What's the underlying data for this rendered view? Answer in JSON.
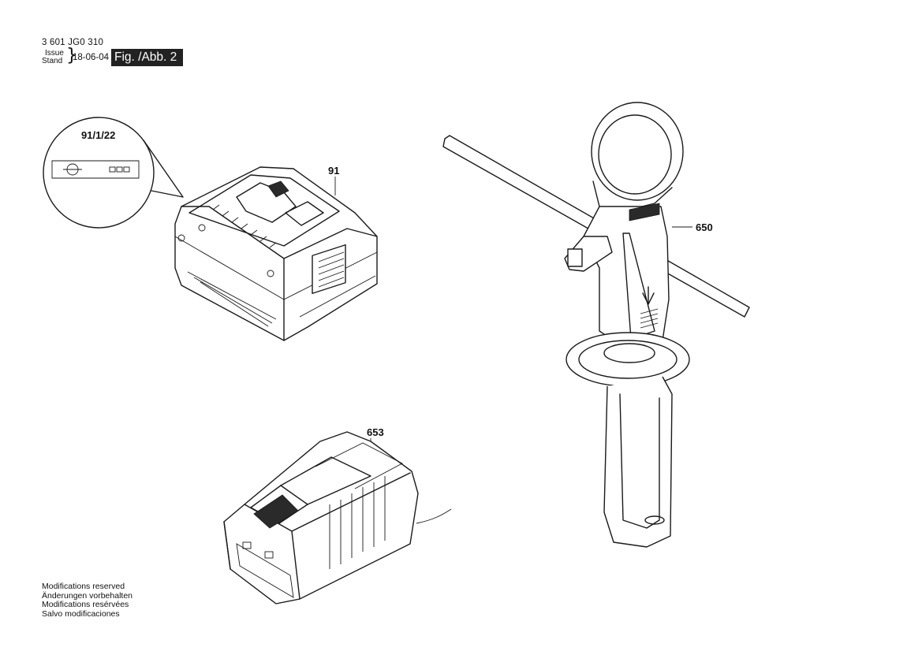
{
  "header": {
    "doc_number": "3 601 JG0 310",
    "issue_labels": [
      "Issue",
      "Stand"
    ],
    "date": "18-06-04",
    "figure_label": "Fig. /Abb. 2"
  },
  "callouts": {
    "detail_label": "91/1/22",
    "battery": "91",
    "handle": "650",
    "charger": "653"
  },
  "footer": {
    "lines": [
      "Modifications reserved",
      "Änderungen vorbehalten",
      "Modifications resérvées",
      "Salvo modificaciones"
    ]
  }
}
